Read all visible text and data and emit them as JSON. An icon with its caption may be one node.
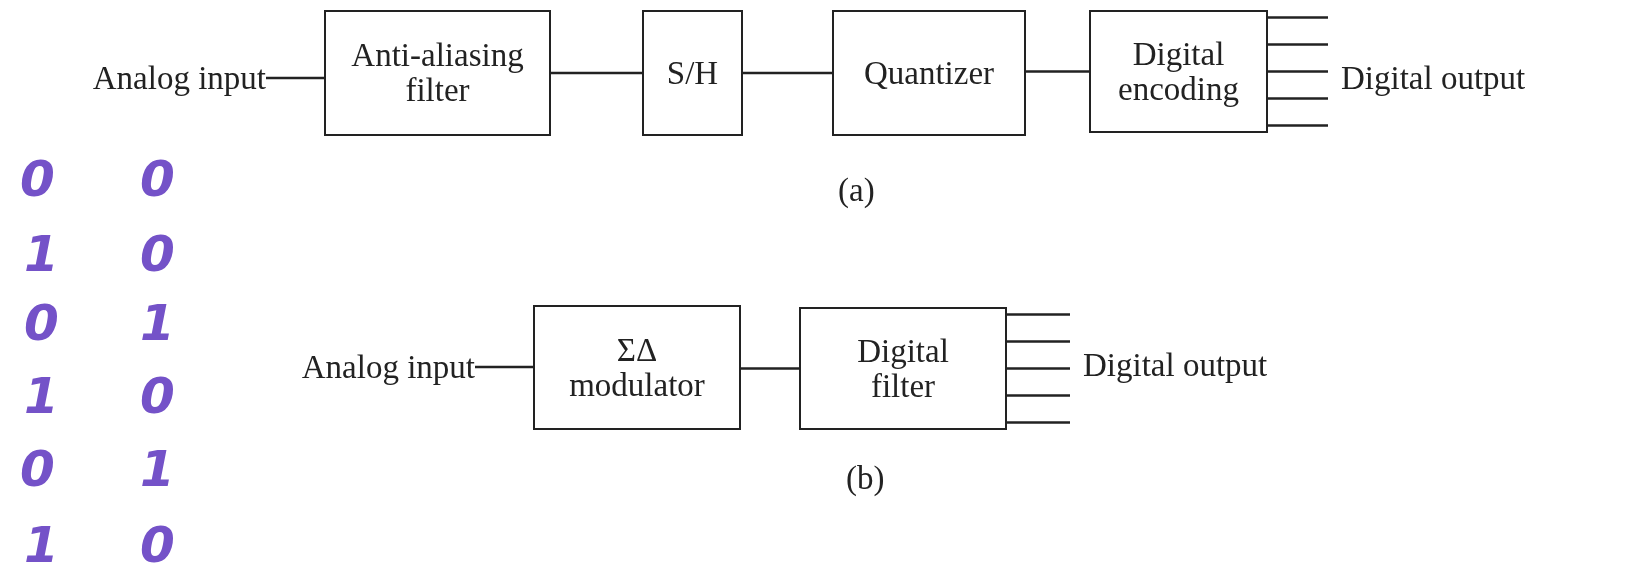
{
  "diagram": {
    "nodes": [
      {
        "text": [
          "Analog input"
        ]
      },
      {
        "text": [
          "Anti-aliasing filter"
        ]
      },
      {
        "text": [
          "S/H"
        ]
      },
      {
        "text": [
          "Quantizer"
        ]
      },
      {
        "text": [
          "Digital encoding"
        ]
      },
      {
        "text": [
          "Digital output"
        ]
      },
      {
        "text": [
          "Analog input"
        ]
      },
      {
        "text": [
          "ΣΔ modulator"
        ]
      },
      {
        "text": [
          "Digital filter"
        ]
      },
      {
        "text": [
          "Digital output"
        ]
      }
    ],
    "edges": [
      {
        "from": 0,
        "to": 1,
        "arrow": "none"
      },
      {
        "from": 1,
        "to": 2,
        "arrow": "none"
      },
      {
        "from": 2,
        "to": 3,
        "arrow": "none"
      },
      {
        "from": 3,
        "to": 4,
        "arrow": "none"
      },
      {
        "from": 4,
        "to": 5,
        "arrow": "none"
      },
      {
        "from": 4,
        "to": 5,
        "arrow": "none"
      },
      {
        "from": 4,
        "to": 5,
        "arrow": "none"
      },
      {
        "from": 4,
        "to": 5,
        "arrow": "none"
      },
      {
        "from": 4,
        "to": 5,
        "arrow": "none"
      },
      {
        "from": 6,
        "to": 7,
        "arrow": "none"
      },
      {
        "from": 7,
        "to": 8,
        "arrow": "none"
      },
      {
        "from": 8,
        "to": 9,
        "arrow": "none"
      },
      {
        "from": 8,
        "to": 9,
        "arrow": "none"
      },
      {
        "from": 8,
        "to": 9,
        "arrow": "none"
      },
      {
        "from": 8,
        "to": 9,
        "arrow": "none"
      },
      {
        "from": 8,
        "to": 9,
        "arrow": "none"
      }
    ],
    "labels": [
      "0",
      "0",
      "(a)",
      "1",
      "0",
      "0",
      "1",
      "1",
      "0",
      "0",
      "1",
      "(b)",
      "1",
      "0"
    ]
  }
}
